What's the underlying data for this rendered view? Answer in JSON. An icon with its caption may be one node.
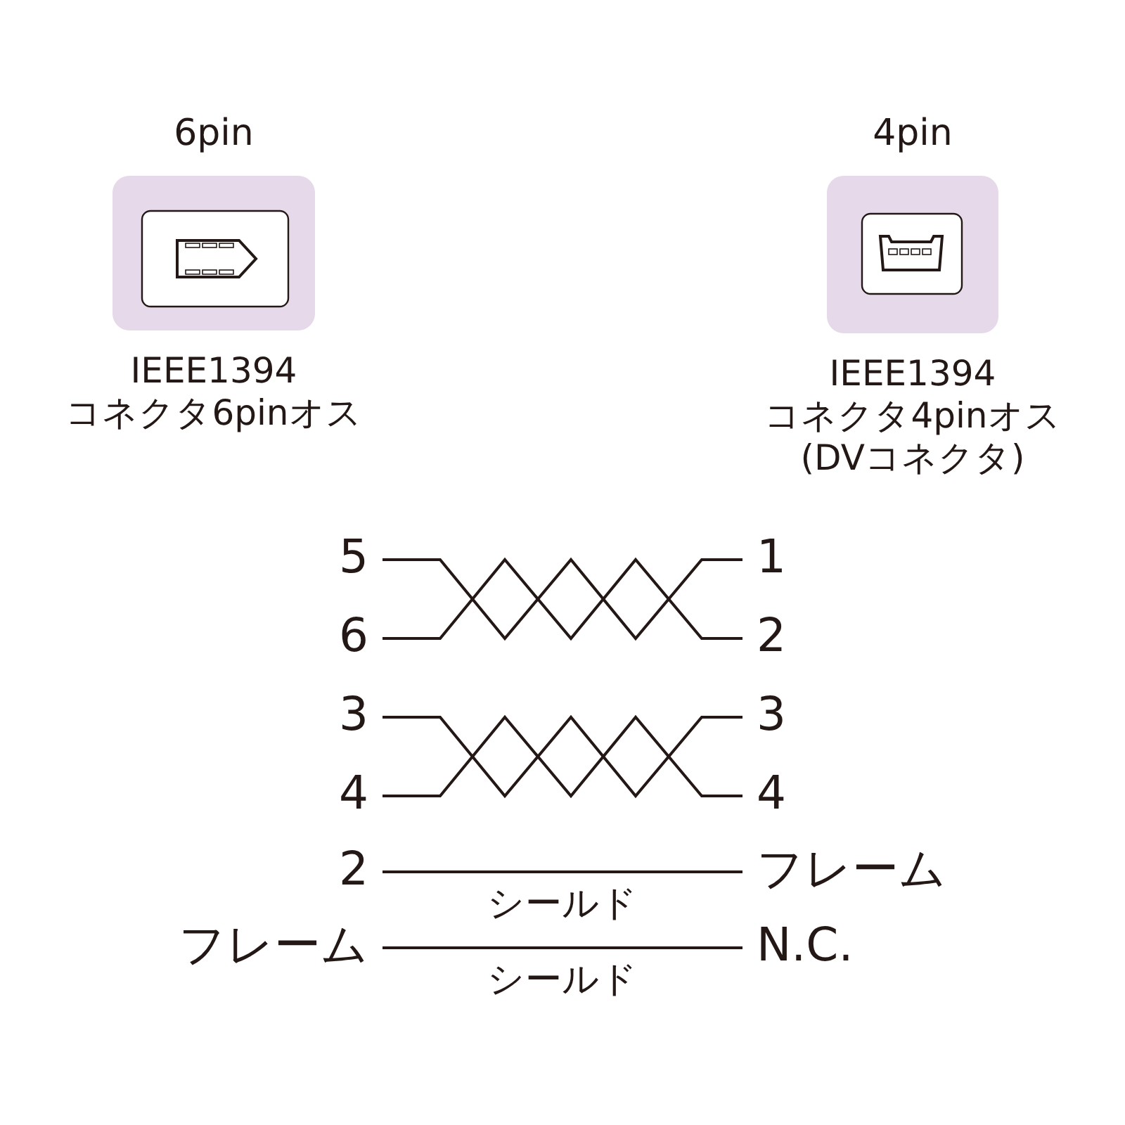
{
  "diagram": {
    "nodes": [
      {
        "text": [
          "6pin"
        ],
        "beside": [
          "IEEE1394",
          "コネクタ6pinオス"
        ]
      },
      {
        "text": [
          "4pin"
        ],
        "beside": [
          "IEEE1394",
          "コネクタ4pinオス",
          "(DVコネクタ)"
        ]
      },
      {
        "text": [
          "5"
        ]
      },
      {
        "text": [
          "6"
        ]
      },
      {
        "text": [
          "3"
        ]
      },
      {
        "text": [
          "4"
        ]
      },
      {
        "text": [
          "2"
        ]
      },
      {
        "text": [
          "フレーム"
        ]
      },
      {
        "text": [
          "1"
        ]
      },
      {
        "text": [
          "2"
        ]
      },
      {
        "text": [
          "3"
        ]
      },
      {
        "text": [
          "4"
        ]
      },
      {
        "text": [
          "フレーム"
        ]
      },
      {
        "text": [
          "N.C."
        ]
      }
    ],
    "edges": [
      {
        "from": 2,
        "to": 8,
        "arrow": "none"
      },
      {
        "from": 3,
        "to": 9,
        "arrow": "none"
      },
      {
        "from": 4,
        "to": 10,
        "arrow": "none"
      },
      {
        "from": 5,
        "to": 11,
        "arrow": "none"
      },
      {
        "from": 6,
        "to": 12,
        "arrow": "none",
        "label": "シールド"
      },
      {
        "from": 7,
        "to": 13,
        "arrow": "none",
        "label": "シールド"
      }
    ]
  }
}
